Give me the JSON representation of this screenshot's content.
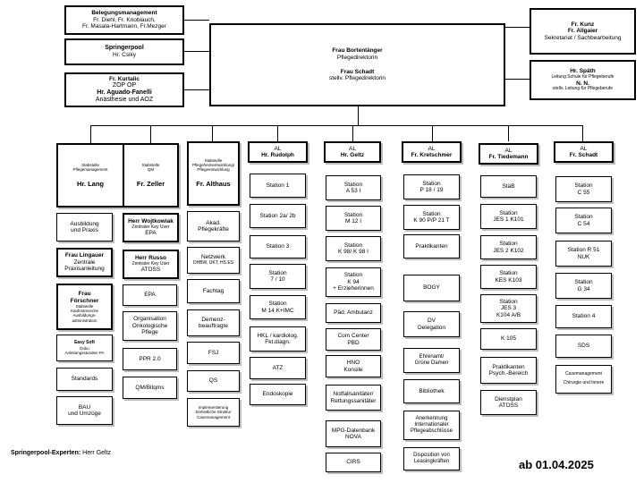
{
  "top_left": [
    {
      "lines": [
        "Belegungsmanagement",
        "Fr. Diehl, Fr. Knoblauch,",
        "Fr. Masala-Hartmann, Fr.Mezger"
      ]
    },
    {
      "lines": [
        "Springerpool",
        "Hr. Csiky"
      ]
    },
    {
      "lines": [
        "Fr. Kurtalic",
        "ZOP OP",
        "Hr. Aguado-Fanelli",
        "Anästhesie und AOZ"
      ]
    }
  ],
  "center": {
    "lines": [
      "Frau Bortenlänger",
      "Pflegedirektorin",
      "Frau Schadt",
      "stellv. Pflegedirektorin"
    ]
  },
  "top_right": [
    {
      "lines": [
        "Fr. Kunz",
        "Fr. Allgaier",
        "Sekretariat / Sachbearbeitung"
      ]
    },
    {
      "lines": [
        "Hr. Späth",
        "Leitung Schule für Pflegeberufe",
        "N. N.",
        "stellv. Leitung für Pflegeberufe"
      ]
    }
  ],
  "col1": {
    "header": [
      "Stabstelle",
      "Pflegemanagement",
      "Hr. Lang"
    ],
    "items": [
      [
        "Ausbildung",
        "und Praxis"
      ],
      [
        "Frau Lingauer",
        "Zentrale",
        "Praxisanleitung"
      ],
      [
        "Frau",
        "Förschner",
        "Stabstelle",
        "Kaufmännische",
        "Ausbildungs-",
        "administration"
      ],
      [
        "Easy Soft",
        "Doku",
        "Anleitungsstunden PA"
      ],
      [
        "Standards"
      ],
      [
        "BAU",
        "und Umzüge"
      ]
    ]
  },
  "col2": {
    "header": [
      "Stabstelle",
      "QM",
      "Fr. Zeller"
    ],
    "items": [
      [
        "Herr Wojtkowiak",
        "Zentraler Key User",
        "EPA"
      ],
      [
        "Herr Russo",
        "Zentraler Key User",
        "ATOSS"
      ],
      [
        "EPA"
      ],
      [
        "Organisation",
        "Onkologische",
        "Pflege"
      ],
      [
        "PPR 2.0"
      ],
      [
        "QM/Bitqms"
      ]
    ]
  },
  "col3": {
    "header": [
      "Stabstelle",
      "Pflegeheimentwicklung/",
      "Pflegeentwicklung",
      "Fr. Althaus"
    ],
    "items": [
      [
        "Akad.",
        "Pflegekräfte"
      ],
      [
        "Netzwerk",
        "DHBW, UKT, HS ES"
      ],
      [
        "Fachtag"
      ],
      [
        "Demenz-",
        "beauftragte"
      ],
      [
        "FSJ"
      ],
      [
        "QS"
      ],
      [
        "Implementierung",
        "Einheitliche Struktur",
        "Casemanagement"
      ]
    ]
  },
  "col4": {
    "header": [
      "AL",
      "Hr. Rudolph"
    ],
    "items": [
      [
        "Station 1"
      ],
      [
        "Station 2a/ 2b"
      ],
      [
        "Station 3"
      ],
      [
        "Station",
        "7 / 10"
      ],
      [
        "Station",
        "M 14 K+IMC"
      ],
      [
        "HKL / kardiolog.",
        "Fkt.diagn."
      ],
      [
        "ATZ"
      ],
      [
        "Endoskopie"
      ]
    ]
  },
  "col5": {
    "header": [
      "AL",
      "Hr. Geltz"
    ],
    "items": [
      [
        "Station",
        "A 53 I"
      ],
      [
        "Station",
        "M 12 I"
      ],
      [
        "Station",
        "K 98/ K 98 I"
      ],
      [
        "Station",
        "K 94",
        "+ Erzieherinnen"
      ],
      [
        "Päd. Ambulanz"
      ],
      [
        "Com Center",
        "PBD"
      ],
      [
        "HNO",
        "Konsile"
      ],
      [
        "Notfallsanitäter/",
        "Rettungssanitäter"
      ],
      [
        "MPG-Datenbank",
        "NOVA"
      ],
      [
        "CIRS"
      ]
    ]
  },
  "col6": {
    "header": [
      "AL",
      "Fr. Kretschmer"
    ],
    "items": [
      [
        "Station",
        "P 18 / 19"
      ],
      [
        "Station",
        "K 90 P/P 21 T"
      ],
      [
        "Praktikanten"
      ],
      [
        "BOGY"
      ],
      [
        "DV",
        "Delegation"
      ],
      [
        "Ehrenamt/",
        "Grüne Damen"
      ],
      [
        "Bibliothek"
      ],
      [
        "Anerkennung",
        "Internationaler",
        "Pflegeabschlüsse"
      ],
      [
        "Disposition von",
        "Leasingkräften"
      ]
    ]
  },
  "col7": {
    "header": [
      "AL",
      "Fr. Tiedemann"
    ],
    "items": [
      [
        "StäB"
      ],
      [
        "Station",
        "JES 1  K101"
      ],
      [
        "Station",
        "JES 2  K102"
      ],
      [
        "Station",
        "KES  K103"
      ],
      [
        "Station",
        "JES 3",
        "K104 A/B"
      ],
      [
        "K 105"
      ],
      [
        "Praktikanten",
        "Psych.-Bereich"
      ],
      [
        "Dienstplan",
        "ATOSS"
      ]
    ]
  },
  "col8": {
    "header": [
      "AL",
      "Fr. Schadt"
    ],
    "items": [
      [
        "Station",
        "C 55"
      ],
      [
        "Station",
        "C 54"
      ],
      [
        "Station R 51",
        "NUK"
      ],
      [
        "Station",
        "G 34"
      ],
      [
        "Station 4"
      ],
      [
        "SDS"
      ],
      [
        "Casemanagement",
        "Chirurgie und Innere"
      ]
    ]
  },
  "footer": {
    "experts_label": "Springerpool-Experten:",
    "experts_name": "Herr Geltz",
    "date": "ab 01.04.2025"
  }
}
